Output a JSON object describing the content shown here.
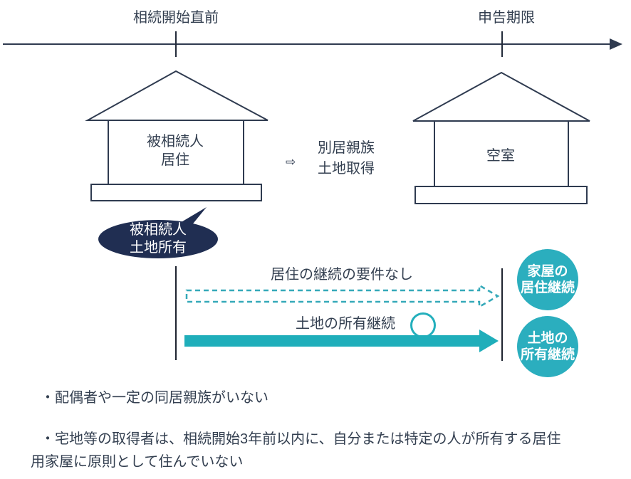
{
  "colors": {
    "stroke_navy": "#2F3B50",
    "text_dark": "#333F50",
    "bubble_navy": "#202E52",
    "teal_arrow": "#1FAEBA",
    "teal_badge": "#2BAEBE",
    "teal_dashed": "#35A9B9",
    "background": "#FFFFFF"
  },
  "timeline": {
    "label_left": "相続開始直前",
    "label_right": "申告期限"
  },
  "houses": {
    "left": {
      "label": "被相続人\n居住"
    },
    "right": {
      "label": "空室"
    }
  },
  "transfer": {
    "glyph": "⇨",
    "label": "別居親族\n土地取得"
  },
  "bubble": {
    "label": "被相続人\n土地所有"
  },
  "requirements": {
    "residence": {
      "label": "居住の継続の要件なし",
      "badge": "家屋の\n居住継続"
    },
    "ownership": {
      "label": "土地の所有継続",
      "badge": "土地の\n所有継続"
    }
  },
  "notes": {
    "line1": "・配偶者や一定の同居親族がいない",
    "line2": "・宅地等の取得者は、相続開始3年前以内に、自分または特定の人が所有する居住\n用家屋に原則として住んでいない"
  }
}
